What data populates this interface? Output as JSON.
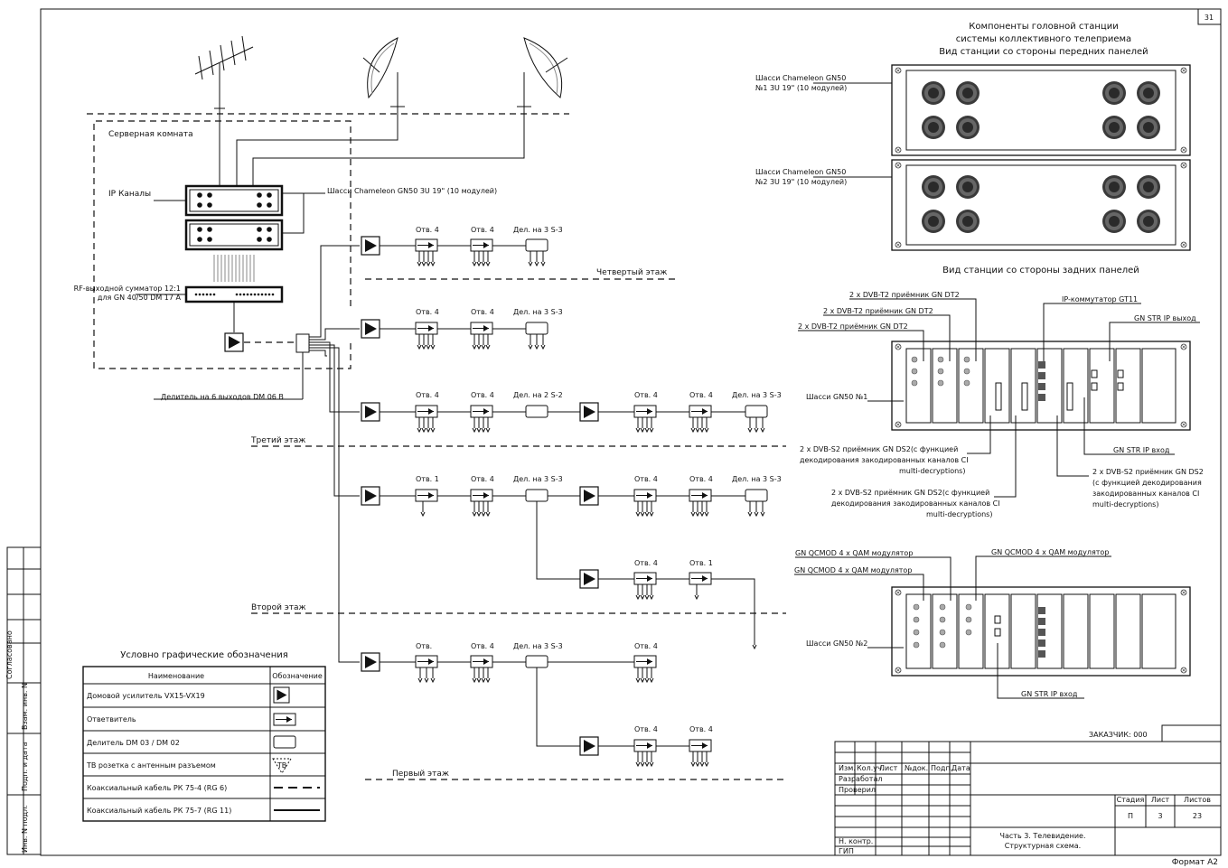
{
  "sheet": {
    "page_number": "31",
    "format": "Формат  А2"
  },
  "head_station": {
    "title_lines": [
      "Компоненты головной станции",
      "системы коллективного телеприема",
      "Вид станции со стороны передних панелей"
    ],
    "chassis1_label": [
      "Шасси Chameleon GN50",
      "№1 3U 19\" (10 модулей)"
    ],
    "chassis2_label": [
      "Шасси Chameleon GN50",
      "№2 3U 19\" (10 модулей)"
    ],
    "rear_title": "Вид станции со стороны задних панелей"
  },
  "rear_panel1": {
    "dt2_a": "2 x DVB-T2 приёмник GN DT2",
    "dt2_b": "2 x DVB-T2 приёмник GN DT2",
    "dt2_c": "2 x DVB-T2 приёмник GN DT2",
    "ip_switch": "IP-коммутатор GT11",
    "str_out": "GN STR IP выход",
    "chassis": "Шасси GN50 №1",
    "str_in": "GN STR IP вход",
    "ds2_a": [
      "2 x DVB-S2 приёмник GN DS2(с функцией",
      "декодирования закодированных каналов CI",
      "multi-decryptions)"
    ],
    "ds2_b": [
      "2 x DVB-S2 приёмник GN DS2(с функцией",
      "декодирования закодированных каналов CI",
      "multi-decryptions)"
    ],
    "ds2_c": [
      "2 x DVB-S2 приёмник GN DS2",
      "(с функцией декодирования",
      "закодированных каналов CI",
      "multi-decryptions)"
    ]
  },
  "rear_panel2": {
    "qam_a": "GN QCMOD 4 x QAM модулятор",
    "qam_b": "GN QCMOD 4 x QAM модулятор",
    "qam_c": "GN QCMOD 4 x QAM модулятор",
    "chassis": "Шасси GN50 №2",
    "str_in": "GN STR IP вход"
  },
  "server_room": {
    "label": "Серверная комната",
    "ip_channels": "IP Каналы",
    "chassis": "Шасси Chameleon GN50   3U 19\" (10 модулей)",
    "combiner": [
      "RF-выходной сумматор 12:1",
      "для GN 40/50 DM 17 A"
    ],
    "splitter": "Делитель на 6 выходов DM 06 B"
  },
  "floors": {
    "fourth": "Четвертый этаж",
    "third": "Третий этаж",
    "second": "Второй этаж",
    "first": "Первый этаж"
  },
  "taps": {
    "otv4": "Отв. 4",
    "otv1": "Отв. 1",
    "otv": "Отв.",
    "del3": "Дел. на 3 S-3",
    "del2": "Дел. на 2 S-2"
  },
  "legend": {
    "title": "Условно графические обозначения",
    "col_name": "Наименование",
    "col_symbol": "Обозначение",
    "rows": [
      "Домовой усилитель VX15-VX19",
      "Ответвитель",
      "Делитель DM 03 / DM 02",
      "ТВ розетка с антенным разъемом",
      "Коаксиальный кабель РК 75-4 (RG 6)",
      "Коаксиальный кабель РК 75-7 (RG 11)"
    ],
    "socket_tag": "ТВ"
  },
  "stamp": {
    "customer": "ЗАКАЗЧИК: 000",
    "cols": [
      "Изм.",
      "Кол.уч.",
      "Лист",
      "№док.",
      "Подп.",
      "Дата"
    ],
    "developed": "Разработал",
    "checked": "Проверил",
    "norm_control": "Н. контр.",
    "gip": "ГИП",
    "stage_head": "Стадия",
    "sheet_head": "Лист",
    "sheets_head": "Листов",
    "stage": "П",
    "sheet": "3",
    "sheets": "23",
    "doc_title": [
      "Часть 3. Телевидение.",
      "Структурная схема."
    ]
  },
  "side_strip": [
    "Согласовано",
    "Взам. инв. N",
    "Подп. и дата",
    "Инв. N подл."
  ]
}
